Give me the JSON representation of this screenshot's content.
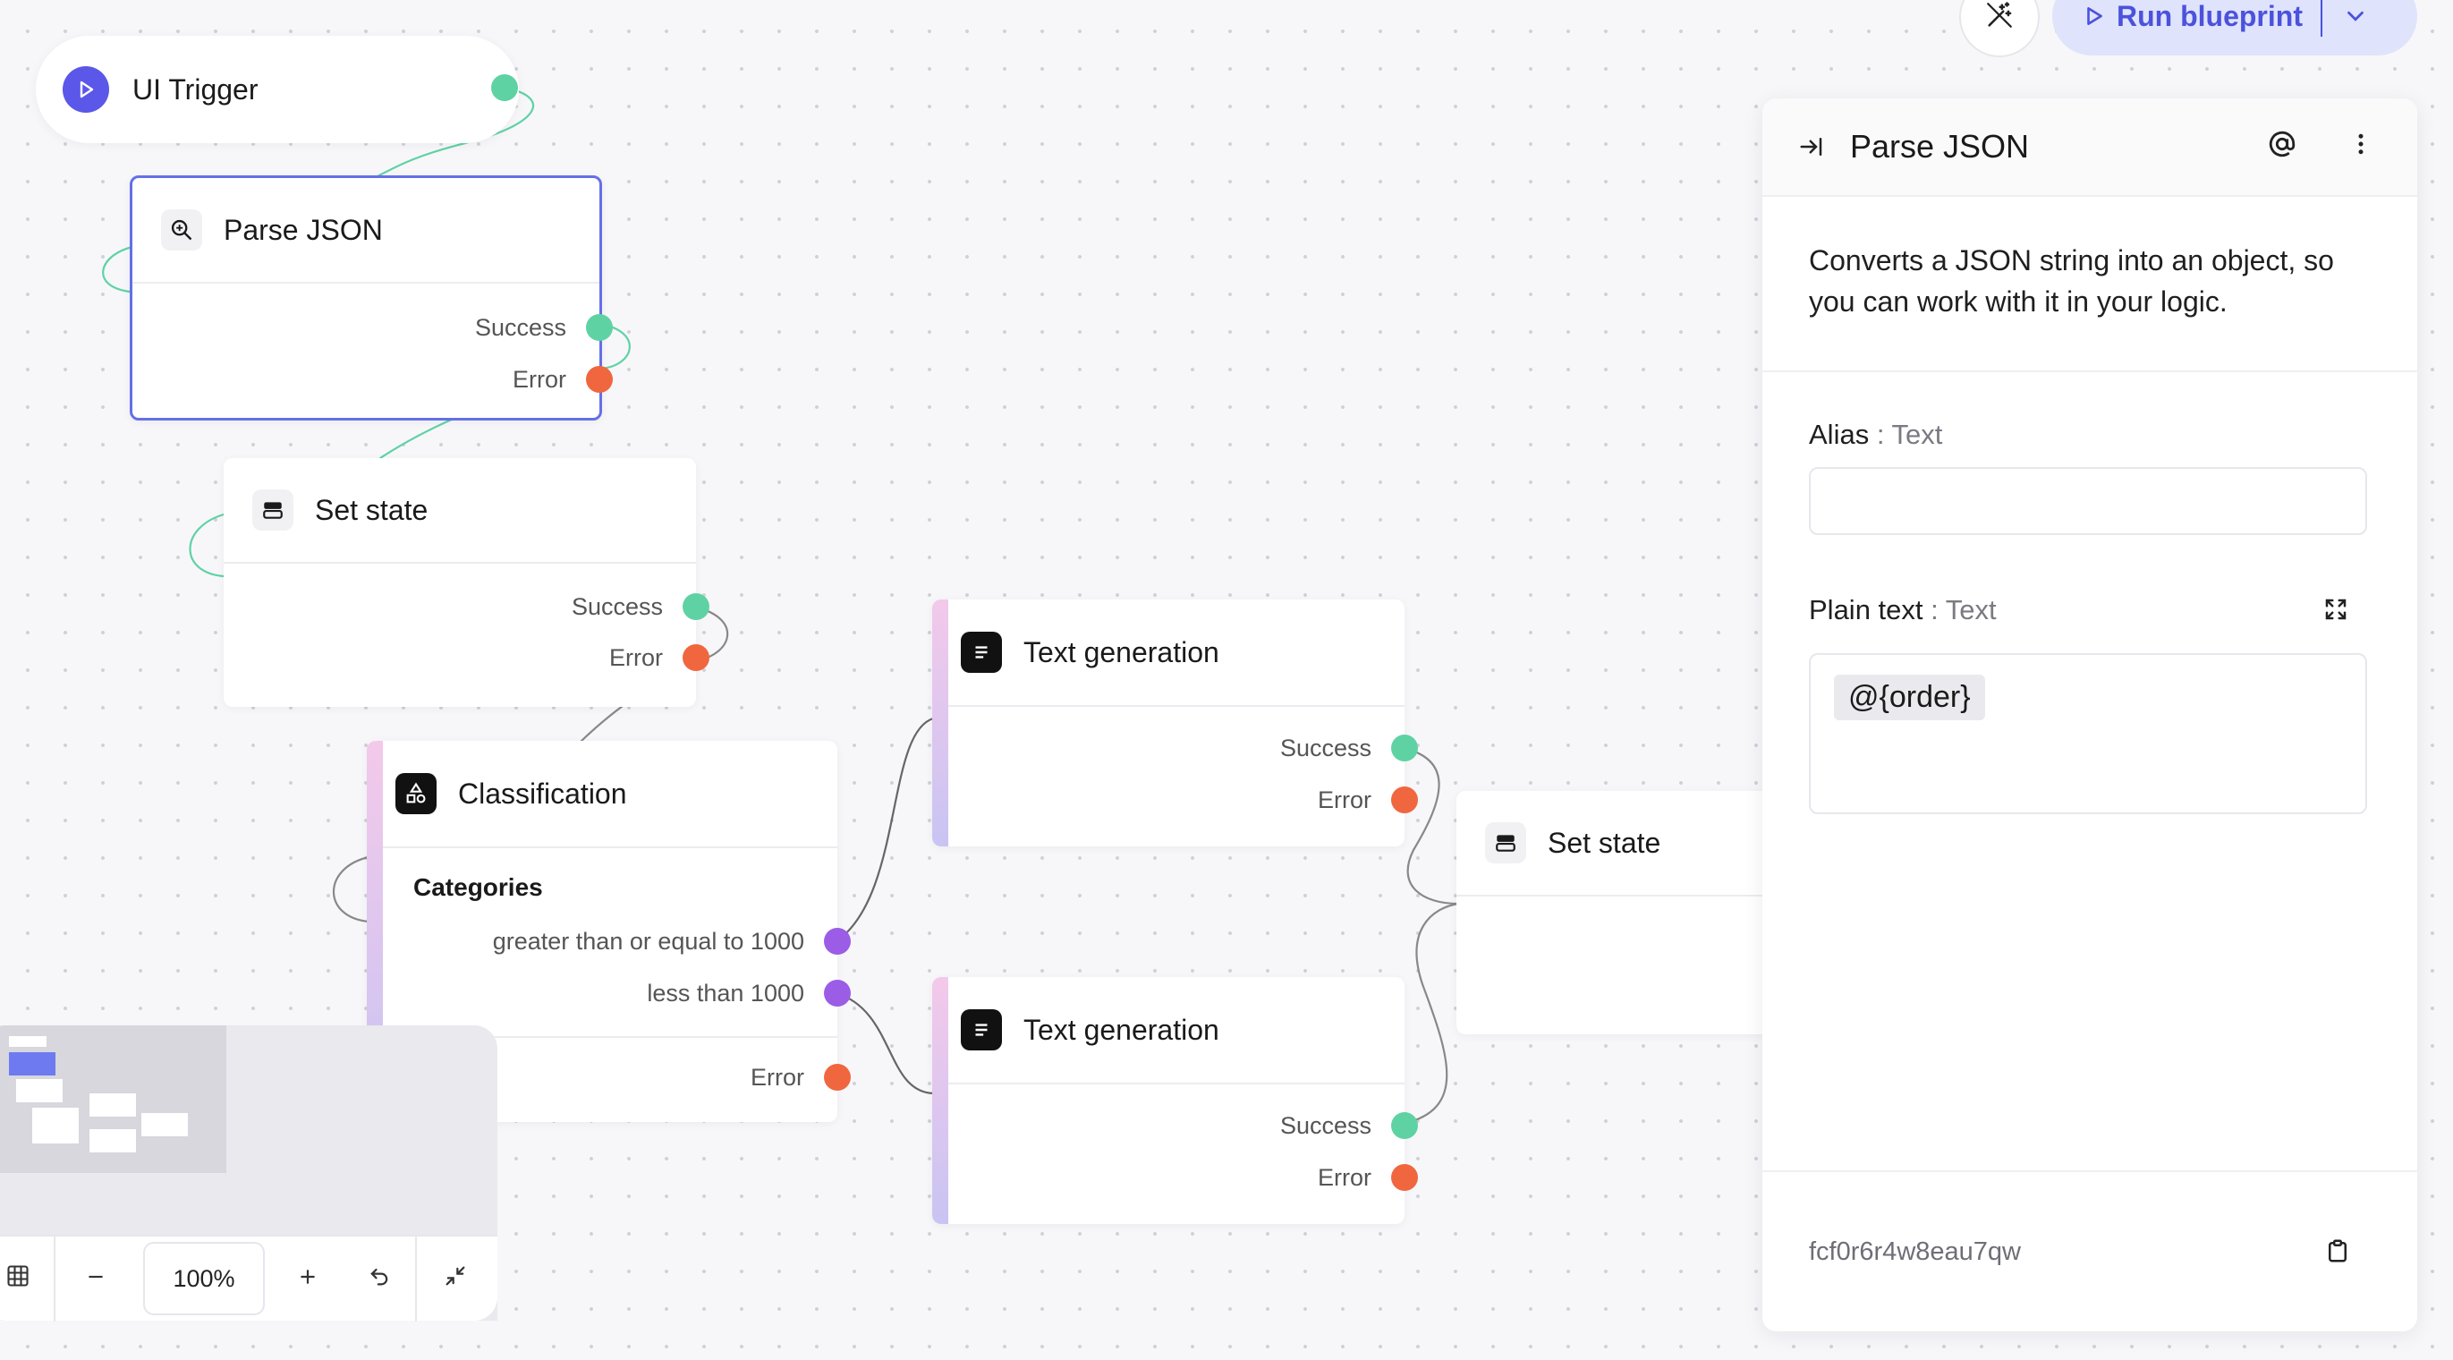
{
  "toolbar": {
    "run_label": "Run blueprint"
  },
  "nodes": {
    "trigger": {
      "title": "UI Trigger"
    },
    "parse_json": {
      "title": "Parse JSON",
      "ports": [
        "Success",
        "Error"
      ]
    },
    "set_state_1": {
      "title": "Set state",
      "ports": [
        "Success",
        "Error"
      ]
    },
    "classification": {
      "title": "Classification",
      "section_label": "Categories",
      "ports": [
        "greater than or equal to 1000",
        "less than 1000",
        "Error"
      ]
    },
    "text_generation_1": {
      "title": "Text generation",
      "ports": [
        "Success",
        "Error"
      ]
    },
    "text_generation_2": {
      "title": "Text generation",
      "ports": [
        "Success",
        "Error"
      ]
    },
    "set_state_2": {
      "title": "Set state"
    }
  },
  "panel": {
    "title": "Parse JSON",
    "description": "Converts a JSON string into an object, so you can work with it in your logic.",
    "alias": {
      "label": "Alias",
      "type": " : Text",
      "value": ""
    },
    "plain_text": {
      "label": "Plain text",
      "type": " : Text",
      "value": "@{order}"
    },
    "component_id": "fcf0r6r4w8eau7qw"
  },
  "controls": {
    "zoom": "100%"
  },
  "colors": {
    "accent": "#5b57e8",
    "success": "#5fd2a3",
    "error": "#f0673f",
    "category": "#9b5de5",
    "selected_border": "#6470e6"
  },
  "icons": [
    "play-icon",
    "magnifier-icon",
    "state-icon",
    "classification-icon",
    "text-lines-icon",
    "wand-icon",
    "chevron-down-icon",
    "collapse-panel-icon",
    "at-icon",
    "more-vertical-icon",
    "expand-icon",
    "clipboard-icon",
    "grid-icon",
    "minus-icon",
    "plus-icon",
    "undo-icon",
    "shrink-icon"
  ]
}
